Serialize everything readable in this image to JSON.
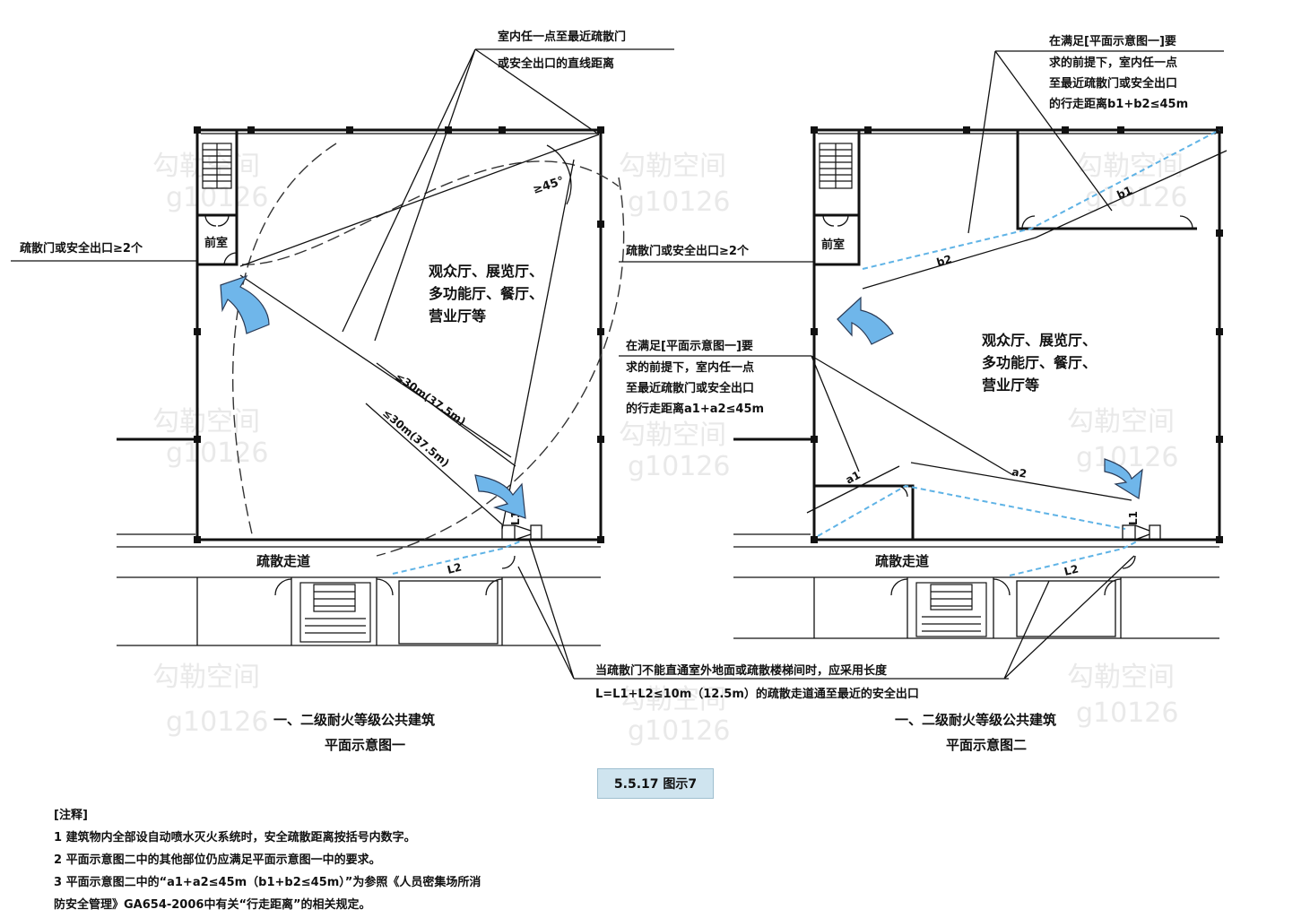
{
  "watermark": {
    "cn": "勾勒空间",
    "code": "g10126"
  },
  "plan1": {
    "callout_straight": [
      "室内任一点至最近疏散门",
      "或安全出口的直线距离"
    ],
    "exit_count": "疏散门或安全出口≥2个",
    "vestibule": "前室",
    "angle": "≥45°",
    "hall": [
      "观众厅、展览厅、",
      "多功能厅、餐厅、",
      "营业厅等"
    ],
    "dist_1": "≤30m(37.5m)",
    "dist_2": "≤30m(37.5m)",
    "corridor": "疏散走道",
    "l1": "L1",
    "l2": "L2",
    "caption": [
      "一、二级耐火等级公共建筑",
      "平面示意图一"
    ]
  },
  "plan2": {
    "callout_b": [
      "在满足[平面示意图一]要",
      "求的前提下，室内任一点",
      "至最近疏散门或安全出口",
      "的行走距离b1+b2≤45m"
    ],
    "exit_count": "疏散门或安全出口≥2个",
    "vestibule": "前室",
    "b1": "b1",
    "b2": "b2",
    "callout_a": [
      "在满足[平面示意图一]要",
      "求的前提下，室内任一点",
      "至最近疏散门或安全出口",
      "的行走距离a1+a2≤45m"
    ],
    "hall": [
      "观众厅、展览厅、",
      "多功能厅、餐厅、",
      "营业厅等"
    ],
    "a1": "a1",
    "a2": "a2",
    "corridor": "疏散走道",
    "l1": "L1",
    "l2": "L2",
    "caption": [
      "一、二级耐火等级公共建筑",
      "平面示意图二"
    ]
  },
  "shared_callout": [
    "当疏散门不能直通室外地面或疏散楼梯间时，应采用长度",
    "L=L1+L2≤10m（12.5m）的疏散走道通至最近的安全出口"
  ],
  "figure_tag": "5.5.17 图示7",
  "notes": {
    "title": "[注释]",
    "items": [
      "1 建筑物内全部设自动喷水灭火系统时，安全疏散距离按括号内数字。",
      "2 平面示意图二中的其他部位仍应满足平面示意图一中的要求。",
      "3 平面示意图二中的“a1+a2≤45m（b1+b2≤45m）”为参照《人员密集场所消",
      "防安全管理》GA654-2006中有关“行走距离”的相关规定。"
    ]
  },
  "colors": {
    "route": "#5fb3e6",
    "arrow": "#6fb6ea",
    "tag_bg": "#cfe4ef"
  }
}
